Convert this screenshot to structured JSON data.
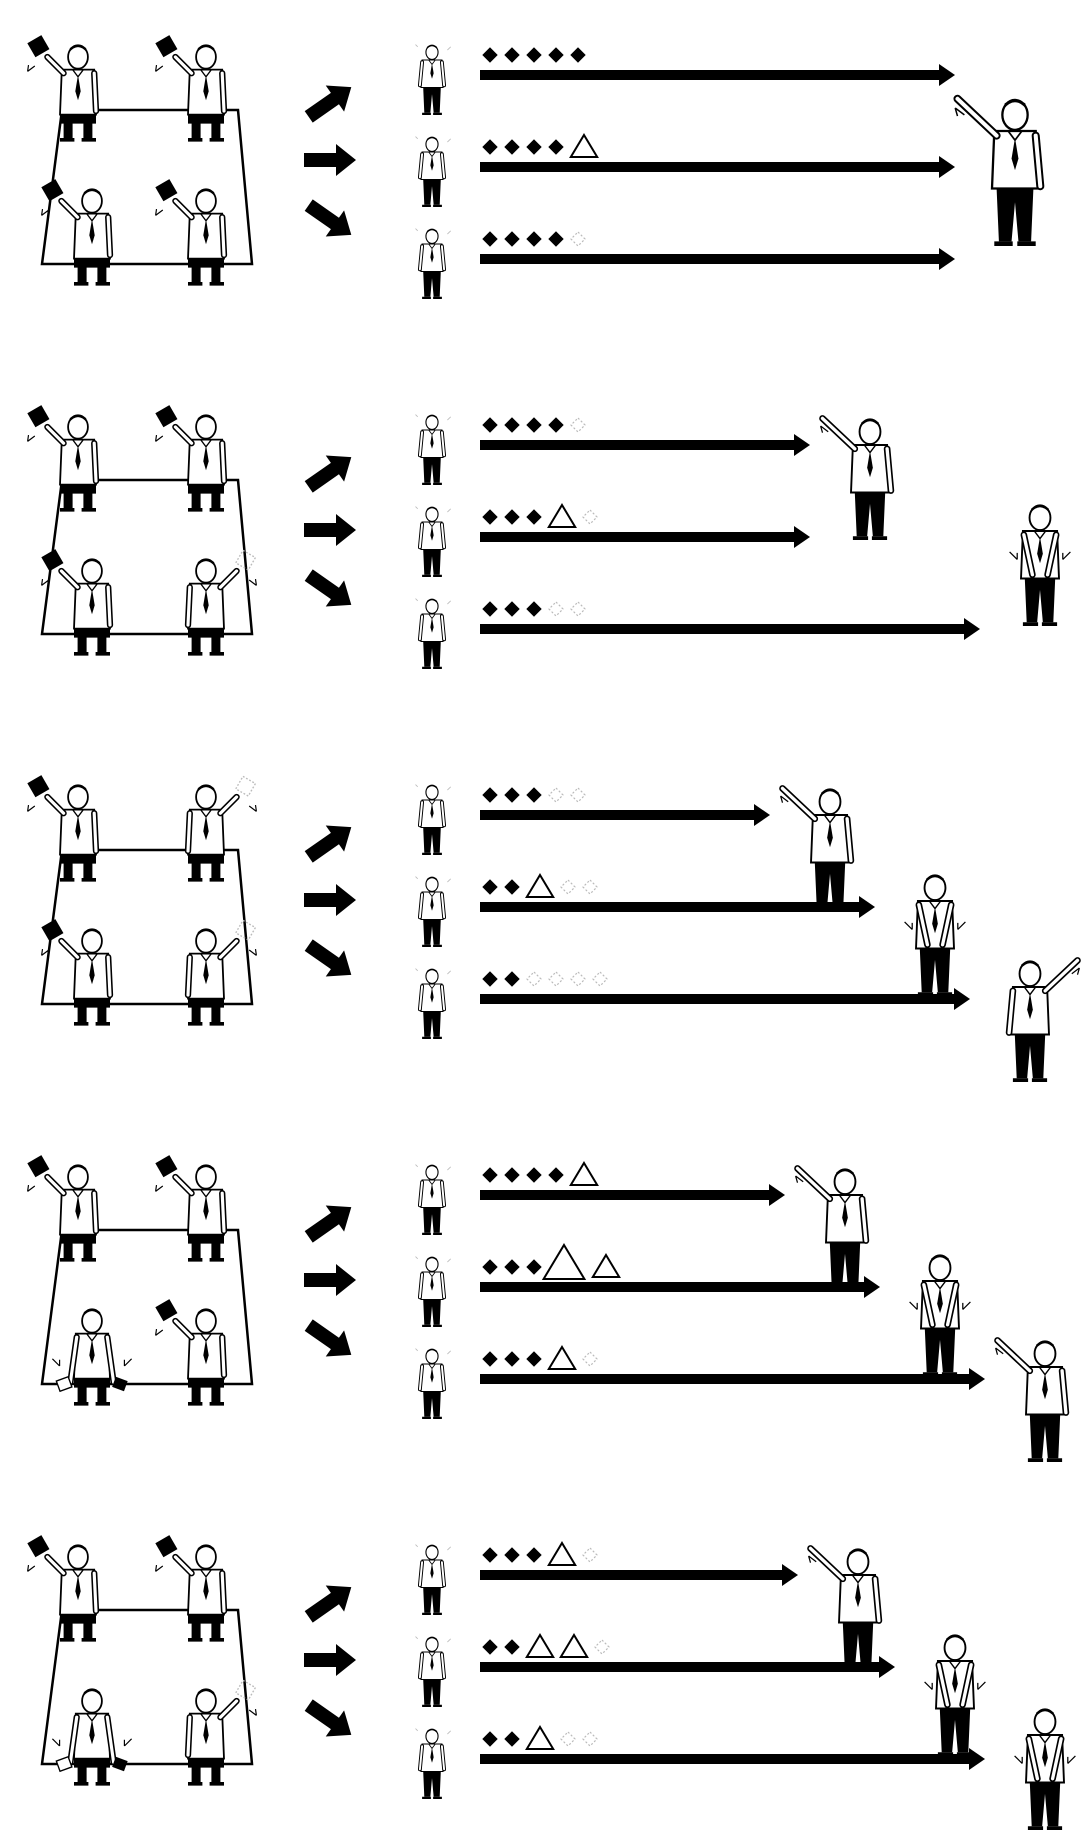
{
  "colors": {
    "ink": "#000000",
    "paper": "#ffffff",
    "shirt": "#ffffff",
    "card_missing": "#bbbbbb"
  },
  "icons": {
    "card": "black-diamond-card-icon",
    "empty_card": "light-dotted-diamond-icon",
    "penalty": "outline-triangle-icon",
    "arrow": "thick-black-arrow-icon"
  },
  "rows": [
    {
      "council": [
        "raised",
        "raised",
        "raised",
        "raised"
      ],
      "voters": [
        {
          "marks": [
            "card",
            "card",
            "card",
            "card",
            "card"
          ],
          "target": 0
        },
        {
          "marks": [
            "card",
            "card",
            "card",
            "card",
            "triangle"
          ],
          "target": 0
        },
        {
          "marks": [
            "card",
            "card",
            "card",
            "card",
            "empty"
          ],
          "target": 0
        }
      ],
      "outcomes": [
        "raised"
      ]
    },
    {
      "council": [
        "raised",
        "raised",
        "raised",
        "raised-empty"
      ],
      "voters": [
        {
          "marks": [
            "card",
            "card",
            "card",
            "card",
            "empty"
          ],
          "target": 0
        },
        {
          "marks": [
            "card",
            "card",
            "card",
            "triangle",
            "empty"
          ],
          "target": 0
        },
        {
          "marks": [
            "card",
            "card",
            "card",
            "empty",
            "empty"
          ],
          "target": 1
        }
      ],
      "outcomes": [
        "raised",
        "lowered"
      ]
    },
    {
      "council": [
        "raised",
        "raised-empty",
        "raised",
        "raised-empty"
      ],
      "voters": [
        {
          "marks": [
            "card",
            "card",
            "card",
            "empty",
            "empty"
          ],
          "target": 0
        },
        {
          "marks": [
            "card",
            "card",
            "triangle",
            "empty",
            "empty"
          ],
          "target": 1
        },
        {
          "marks": [
            "card",
            "card",
            "empty",
            "empty",
            "empty",
            "empty"
          ],
          "target": 2
        }
      ],
      "outcomes": [
        "raised",
        "lowered",
        "raised-right"
      ]
    },
    {
      "council": [
        "raised",
        "raised",
        "lowered",
        "raised"
      ],
      "voters": [
        {
          "marks": [
            "card",
            "card",
            "card",
            "card",
            "triangle"
          ],
          "target": 0
        },
        {
          "marks": [
            "card",
            "card",
            "card",
            "big-triangle",
            "triangle"
          ],
          "target": 1
        },
        {
          "marks": [
            "card",
            "card",
            "card",
            "triangle",
            "empty"
          ],
          "target": 2
        }
      ],
      "outcomes": [
        "raised",
        "lowered",
        "raised"
      ]
    },
    {
      "council": [
        "raised",
        "raised",
        "lowered",
        "raised-empty"
      ],
      "voters": [
        {
          "marks": [
            "card",
            "card",
            "card",
            "triangle",
            "empty"
          ],
          "target": 0
        },
        {
          "marks": [
            "card",
            "card",
            "triangle",
            "triangle",
            "empty"
          ],
          "target": 1
        },
        {
          "marks": [
            "card",
            "card",
            "triangle",
            "empty",
            "empty"
          ],
          "target": 2
        }
      ],
      "outcomes": [
        "raised",
        "lowered",
        "lowered"
      ]
    }
  ]
}
